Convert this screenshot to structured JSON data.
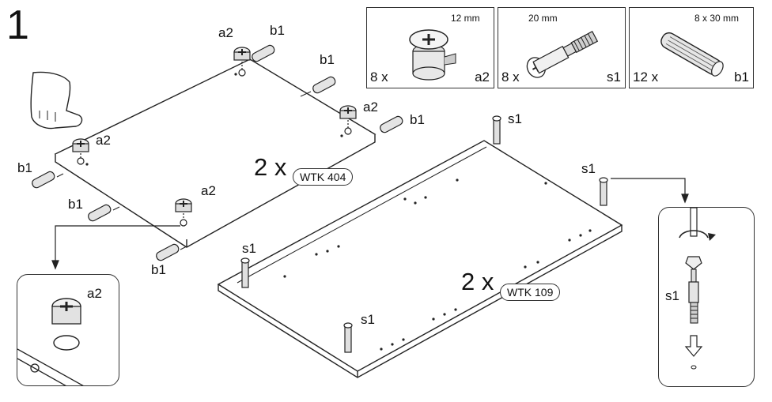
{
  "step_number": "1",
  "parts": [
    {
      "dimension": "12 mm",
      "quantity": "8 x",
      "code": "a2"
    },
    {
      "dimension": "20 mm",
      "quantity": "8 x",
      "code": "s1"
    },
    {
      "dimension": "8 x 30 mm",
      "quantity": "12 x",
      "code": "b1"
    }
  ],
  "panel_a": {
    "multiplier": "2 x",
    "badge": "WTK 404"
  },
  "panel_b": {
    "multiplier": "2 x",
    "badge": "WTK 109"
  },
  "callouts": {
    "a2": "a2",
    "b1": "b1",
    "s1": "s1"
  },
  "detail_left": {
    "label": "a2"
  },
  "detail_right": {
    "label": "s1"
  }
}
